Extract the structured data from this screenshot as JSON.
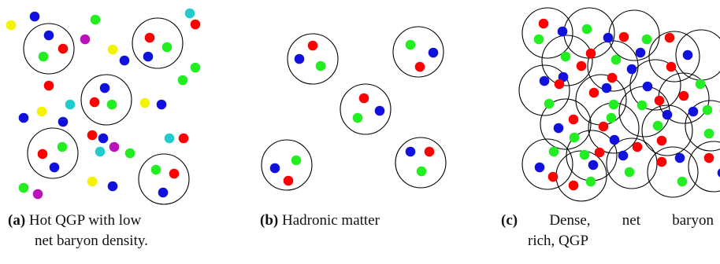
{
  "colors": {
    "red": "#ff0000",
    "green": "#22ee22",
    "blue": "#1111dd",
    "yellow": "#f4f400",
    "cyan": "#22cccc",
    "magenta": "#bb11bb",
    "outline": "#000000"
  },
  "panels": [
    {
      "id": "a",
      "caption_letter": "(a)",
      "caption_line1": "Hot QGP with low",
      "caption_line2": "net baryon density."
    },
    {
      "id": "b",
      "caption_letter": "(b)",
      "caption_line1": "Hadronic matter",
      "caption_line2": ""
    },
    {
      "id": "c",
      "caption_letter": "(c)",
      "caption_line1_words": [
        "Dense,",
        "net",
        "baryon"
      ],
      "caption_line2": "rich, QGP"
    }
  ]
}
